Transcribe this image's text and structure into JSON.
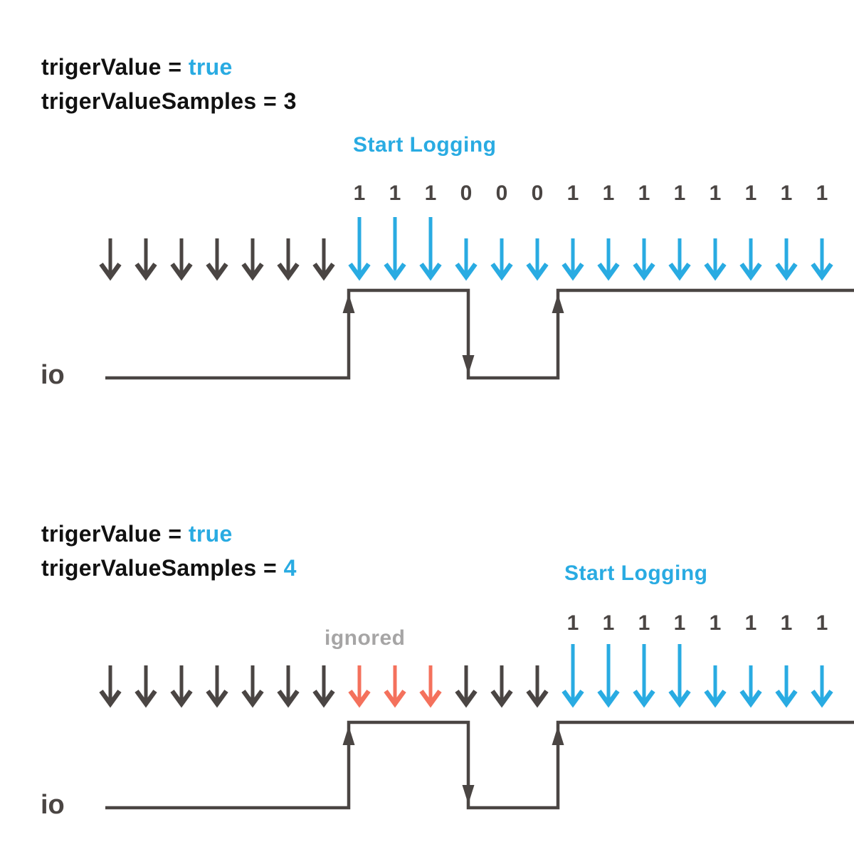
{
  "colors": {
    "accent_cyan": "#29ABE2",
    "ink_dark": "#4A4543",
    "ignored_red": "#F4715C",
    "muted_gray": "#A6A5A5",
    "text_black": "#111111"
  },
  "diagram_top": {
    "params": [
      {
        "name": "trigerValue",
        "operator": "=",
        "value": "true",
        "value_accent": true
      },
      {
        "name": "trigerValueSamples",
        "operator": "=",
        "value": "3",
        "value_accent": false
      }
    ],
    "start_logging_label": "Start Logging",
    "io_label": "io",
    "bits": [
      "1",
      "1",
      "1",
      "0",
      "0",
      "0",
      "1",
      "1",
      "1",
      "1",
      "1",
      "1",
      "1",
      "1"
    ],
    "arrows": [
      {
        "color": "dark",
        "length": "short"
      },
      {
        "color": "dark",
        "length": "short"
      },
      {
        "color": "dark",
        "length": "short"
      },
      {
        "color": "dark",
        "length": "short"
      },
      {
        "color": "dark",
        "length": "short"
      },
      {
        "color": "dark",
        "length": "short"
      },
      {
        "color": "dark",
        "length": "short"
      },
      {
        "color": "cyan",
        "length": "long"
      },
      {
        "color": "cyan",
        "length": "long"
      },
      {
        "color": "cyan",
        "length": "long"
      },
      {
        "color": "cyan",
        "length": "short"
      },
      {
        "color": "cyan",
        "length": "short"
      },
      {
        "color": "cyan",
        "length": "short"
      },
      {
        "color": "cyan",
        "length": "short"
      },
      {
        "color": "cyan",
        "length": "short"
      },
      {
        "color": "cyan",
        "length": "short"
      },
      {
        "color": "cyan",
        "length": "short"
      },
      {
        "color": "cyan",
        "length": "short"
      },
      {
        "color": "cyan",
        "length": "short"
      },
      {
        "color": "cyan",
        "length": "short"
      },
      {
        "color": "cyan",
        "length": "short"
      }
    ]
  },
  "diagram_bottom": {
    "params": [
      {
        "name": "trigerValue",
        "operator": "=",
        "value": "true",
        "value_accent": true
      },
      {
        "name": "trigerValueSamples",
        "operator": "=",
        "value": "4",
        "value_accent": true
      }
    ],
    "start_logging_label": "Start Logging",
    "ignored_label": "ignored",
    "io_label": "io",
    "bits": [
      "1",
      "1",
      "1",
      "1",
      "1",
      "1",
      "1",
      "1"
    ],
    "arrows": [
      {
        "color": "dark",
        "length": "short"
      },
      {
        "color": "dark",
        "length": "short"
      },
      {
        "color": "dark",
        "length": "short"
      },
      {
        "color": "dark",
        "length": "short"
      },
      {
        "color": "dark",
        "length": "short"
      },
      {
        "color": "dark",
        "length": "short"
      },
      {
        "color": "dark",
        "length": "short"
      },
      {
        "color": "red",
        "length": "short"
      },
      {
        "color": "red",
        "length": "short"
      },
      {
        "color": "red",
        "length": "short"
      },
      {
        "color": "dark",
        "length": "short"
      },
      {
        "color": "dark",
        "length": "short"
      },
      {
        "color": "dark",
        "length": "short"
      },
      {
        "color": "cyan",
        "length": "long"
      },
      {
        "color": "cyan",
        "length": "long"
      },
      {
        "color": "cyan",
        "length": "long"
      },
      {
        "color": "cyan",
        "length": "long"
      },
      {
        "color": "cyan",
        "length": "short"
      },
      {
        "color": "cyan",
        "length": "short"
      },
      {
        "color": "cyan",
        "length": "short"
      },
      {
        "color": "cyan",
        "length": "short"
      }
    ]
  }
}
